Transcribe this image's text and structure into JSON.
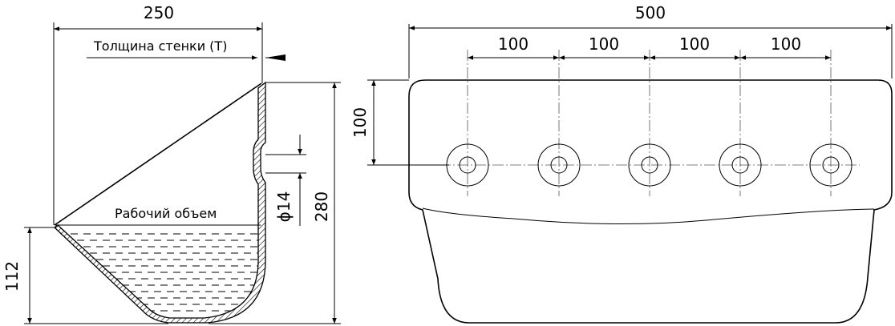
{
  "side_view": {
    "width_label": "250",
    "height_label": "280",
    "fill_height_label": "112",
    "hole_label": "ϕ14",
    "wall_label": "Толщина стенки (T)",
    "volume_label": "Рабочий объем"
  },
  "front_view": {
    "width_label": "500",
    "pitch_labels": [
      "100",
      "100",
      "100",
      "100"
    ],
    "hole_height_label": "100"
  },
  "colors": {
    "line": "#000000",
    "hatch": "#000000",
    "background": "#ffffff"
  }
}
